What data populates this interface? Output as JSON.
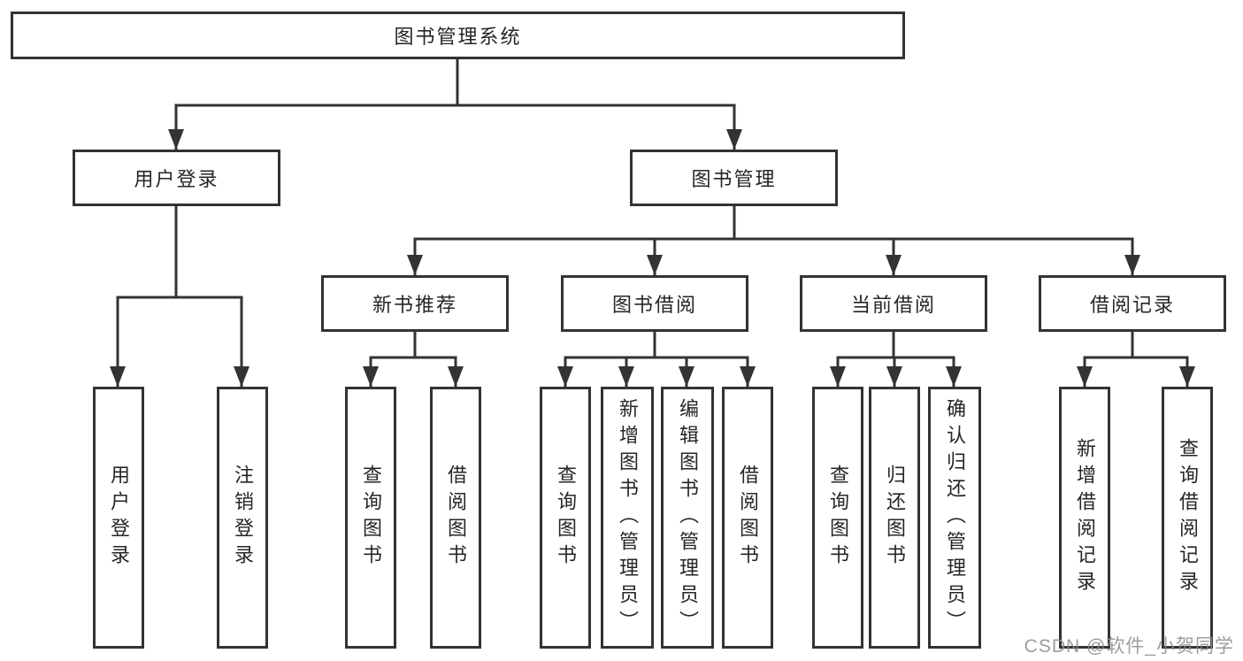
{
  "diagram": {
    "root": {
      "label": "图书管理系统"
    },
    "branches": [
      {
        "label": "用户登录",
        "children": [
          {
            "label": "用户登录"
          },
          {
            "label": "注销登录"
          }
        ]
      },
      {
        "label": "图书管理",
        "children": [
          {
            "label": "新书推荐",
            "children": [
              {
                "label": "查询图书"
              },
              {
                "label": "借阅图书"
              }
            ]
          },
          {
            "label": "图书借阅",
            "children": [
              {
                "label": "查询图书"
              },
              {
                "label": "新增图书（管理员）"
              },
              {
                "label": "编辑图书（管理员）"
              },
              {
                "label": "借阅图书"
              }
            ]
          },
          {
            "label": "当前借阅",
            "children": [
              {
                "label": "查询图书"
              },
              {
                "label": "归还图书"
              },
              {
                "label": "确认归还（管理员）"
              }
            ]
          },
          {
            "label": "借阅记录",
            "children": [
              {
                "label": "新增借阅记录"
              },
              {
                "label": "查询借阅记录"
              }
            ]
          }
        ]
      }
    ]
  },
  "watermark": {
    "text": "CSDN @软件_小贺同学"
  },
  "colors": {
    "line": "#333333",
    "text": "#262626",
    "background": "#ffffff",
    "watermark": "#8c8c8c"
  }
}
